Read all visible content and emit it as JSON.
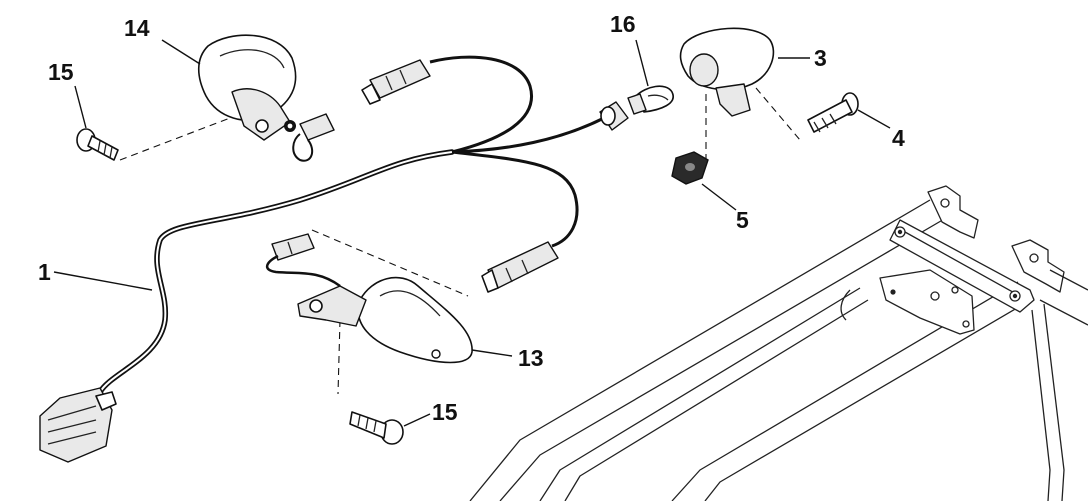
{
  "callouts": {
    "c1": "1",
    "c3": "3",
    "c4": "4",
    "c5": "5",
    "c13": "13",
    "c14": "14",
    "c15a": "15",
    "c15b": "15",
    "c16": "16"
  }
}
